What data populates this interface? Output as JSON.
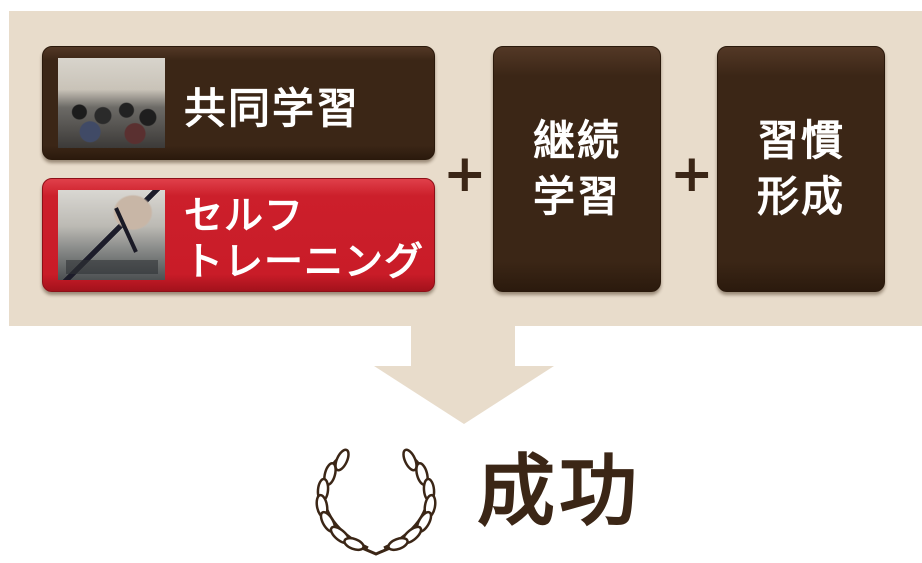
{
  "inputs": {
    "kyodo": {
      "label": "共同学習"
    },
    "self": {
      "line1": "セルフ",
      "line2": "トレーニング"
    },
    "keizoku": {
      "line1": "継続",
      "line2": "学習"
    },
    "shukan": {
      "line1": "習慣",
      "line2": "形成"
    }
  },
  "operators": {
    "plus1": "+",
    "plus2": "+"
  },
  "result": {
    "label": "成功"
  },
  "icons": {
    "photo1": "classroom-photo",
    "photo2": "writing-photo",
    "wreath": "laurel-wreath-icon"
  },
  "colors": {
    "panel": "#e8dccb",
    "brown": "#3b2616",
    "red": "#cc1f2b"
  }
}
